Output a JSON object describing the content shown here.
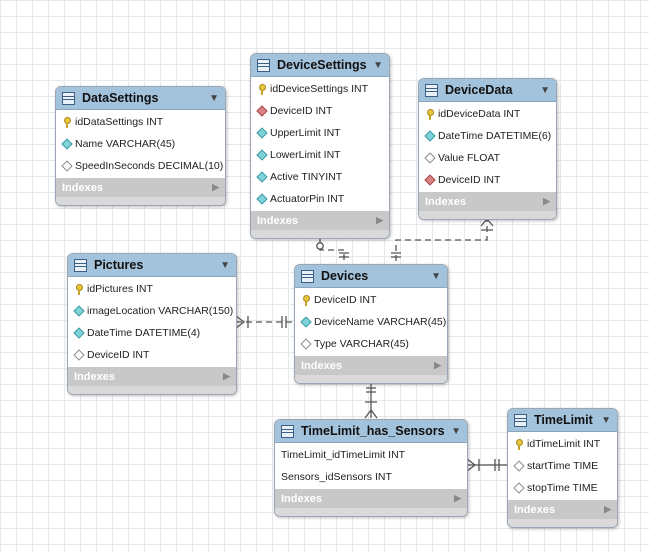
{
  "indexes_label": "Indexes",
  "tables": {
    "datasettings": {
      "title": "DataSettings",
      "columns": [
        {
          "text": "idDataSettings INT",
          "kind": "pk"
        },
        {
          "text": "Name VARCHAR(45)",
          "kind": "col"
        },
        {
          "text": "SpeedInSeconds DECIMAL(10)",
          "kind": "nullable"
        }
      ]
    },
    "devicesettings": {
      "title": "DeviceSettings",
      "columns": [
        {
          "text": "idDeviceSettings INT",
          "kind": "pk"
        },
        {
          "text": "DeviceID INT",
          "kind": "fk"
        },
        {
          "text": "UpperLimit INT",
          "kind": "col"
        },
        {
          "text": "LowerLimit INT",
          "kind": "col"
        },
        {
          "text": "Active TINYINT",
          "kind": "col"
        },
        {
          "text": "ActuatorPin INT",
          "kind": "col"
        }
      ]
    },
    "devicedata": {
      "title": "DeviceData",
      "columns": [
        {
          "text": "idDeviceData INT",
          "kind": "pk"
        },
        {
          "text": "DateTime DATETIME(6)",
          "kind": "col"
        },
        {
          "text": "Value FLOAT",
          "kind": "nullable"
        },
        {
          "text": "DeviceID INT",
          "kind": "fk"
        }
      ]
    },
    "pictures": {
      "title": "Pictures",
      "columns": [
        {
          "text": "idPictures INT",
          "kind": "pk"
        },
        {
          "text": "imageLocation VARCHAR(150)",
          "kind": "col"
        },
        {
          "text": "DateTime DATETIME(4)",
          "kind": "col"
        },
        {
          "text": "DeviceID INT",
          "kind": "fk-nullable"
        }
      ]
    },
    "devices": {
      "title": "Devices",
      "columns": [
        {
          "text": "DeviceID INT",
          "kind": "pk"
        },
        {
          "text": "DeviceName VARCHAR(45)",
          "kind": "col"
        },
        {
          "text": "Type VARCHAR(45)",
          "kind": "nullable"
        }
      ]
    },
    "timelimit_has_sensors": {
      "title": "TimeLimit_has_Sensors",
      "columns": [
        {
          "text": "TimeLimit_idTimeLimit INT",
          "kind": "none"
        },
        {
          "text": "Sensors_idSensors INT",
          "kind": "none"
        }
      ]
    },
    "timelimit": {
      "title": "TimeLimit",
      "columns": [
        {
          "text": "idTimeLimit INT",
          "kind": "pk"
        },
        {
          "text": "startTime TIME",
          "kind": "nullable"
        },
        {
          "text": "stopTime TIME",
          "kind": "nullable"
        }
      ]
    }
  }
}
